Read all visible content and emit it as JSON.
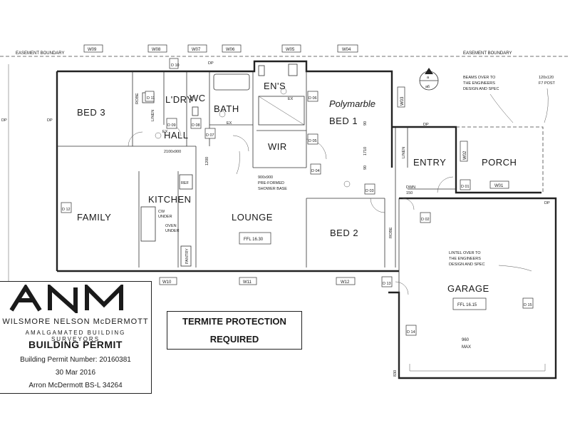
{
  "easements": [
    "EASEMENT BOUNDARY",
    "EASEMENT BOUNDARY"
  ],
  "rooms": {
    "bed3": "BED 3",
    "dry": "L'DRY",
    "wc": "WC",
    "bath": "BATH",
    "ens": "EN'S",
    "bed1": "BED 1",
    "polymarble": "Polymarble",
    "wir": "WIR",
    "hall": "HALL",
    "entry": "ENTRY",
    "porch": "PORCH",
    "family": "FAMILY",
    "kitchen": "KITCHEN",
    "lounge": "LOUNGE",
    "bed2": "BED 2",
    "garage": "GARAGE"
  },
  "windows": [
    "W09",
    "W08",
    "W07",
    "W06",
    "W05",
    "W04",
    "W03",
    "W02",
    "W01",
    "W10",
    "W11",
    "W12"
  ],
  "doors": [
    "D 10",
    "D 11",
    "D 09",
    "D 08",
    "D 07",
    "D 06",
    "D 05",
    "D 04",
    "D 03",
    "D 01",
    "D 02",
    "D 12",
    "D 13",
    "D 14",
    "D 15"
  ],
  "labels": {
    "dp_left1": "DP",
    "dp_left2": "DP",
    "dp_top": "DP",
    "dp_mid": "DP",
    "dp_right": "DP",
    "opening": "2100x900",
    "dim1200": "1200",
    "dim1710": "1710",
    "dim90a": "90",
    "dim90b": "90",
    "dim830": "830",
    "shower": "900x900",
    "shower2": "PRE-FORMED",
    "shower3": "SHOWER BASE",
    "dwn": "DWN",
    "dwn2": "150",
    "beams1": "BEAMS OVER TO",
    "beams2": "THE ENGINEERS",
    "beams3": "DESIGN AND SPEC",
    "post1": "120x120",
    "post2": "F7 POST",
    "lintel1": "LINTEL OVER TO",
    "lintel2": "THE ENGINEERS",
    "lintel3": "DESIGN AND SPEC",
    "ffl_lounge": "FFL 16.30",
    "ffl_garage": "FFL 16.15",
    "max1": "960",
    "max2": "MAX",
    "robe1": "ROBE",
    "robe2": "ROBE",
    "linen1": "LINEN",
    "linen2": "LINEN",
    "ref": "REF",
    "pantry": "PANTRY",
    "cw": "CW",
    "under": "UNDER",
    "oven": "OVEN",
    "under2": "UNDER",
    "ex1": "EX",
    "ex2": "EX",
    "ex3": "EX",
    "section_a": "a",
    "section_b": "a6"
  },
  "stamp": {
    "logo": "ANM",
    "firm": "WILSMORE NELSON McDERMOTT",
    "firm2": "AMALGAMATED BUILDING SURVEYORS",
    "title": "BUILDING PERMIT",
    "permit_number": "Building Permit Number: 20160381",
    "date": "30 Mar 2016",
    "signatory": "Arron McDermott BS-L 34264"
  },
  "notice": {
    "line1": "TERMITE PROTECTION",
    "line2": "REQUIRED"
  }
}
